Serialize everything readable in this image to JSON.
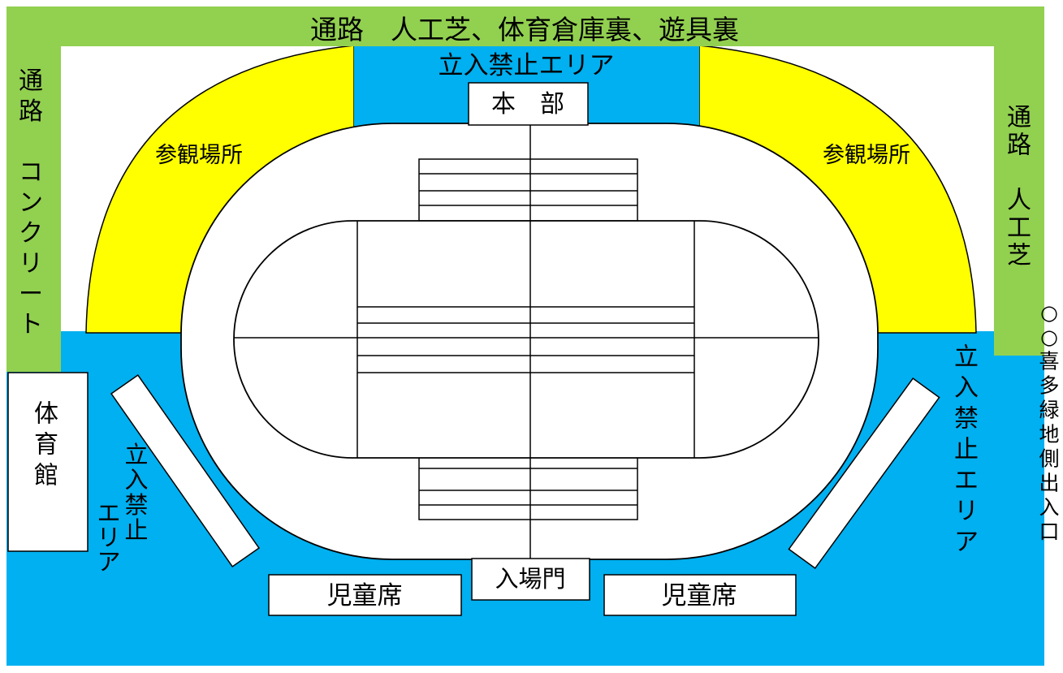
{
  "labels": {
    "top_path": "通路　人工芝、体育倉庫裏、遊具裏",
    "left_path": [
      "通",
      "路",
      "",
      "コ",
      "ン",
      "ク",
      "リ",
      "ー",
      "ト"
    ],
    "right_path": [
      "通",
      "路",
      "",
      "人",
      "工",
      "芝"
    ],
    "restricted_top": "立入禁止エリア",
    "headquarters": "本　部",
    "viewing_left": "参観場所",
    "viewing_right": "参観場所",
    "gym": [
      "体",
      "育",
      "館"
    ],
    "restricted_left_col1": [
      "立",
      "入",
      "禁",
      "止"
    ],
    "restricted_left_col2": [
      "エ",
      "リ",
      "ア"
    ],
    "restricted_right": [
      "立",
      "入",
      "禁",
      "止",
      "エ",
      "リ",
      "ア"
    ],
    "entrance_gate": "入場門",
    "children_left": "児童席",
    "children_right": "児童席",
    "exit_side": [
      "○",
      "○",
      "喜",
      "多",
      "緑",
      "地",
      "側",
      "出",
      "入",
      "口"
    ]
  },
  "colors": {
    "path_green": "#92d050",
    "restricted_blue": "#00b0f0",
    "viewing_yellow": "#ffff00",
    "white": "#ffffff",
    "line": "#000000"
  }
}
